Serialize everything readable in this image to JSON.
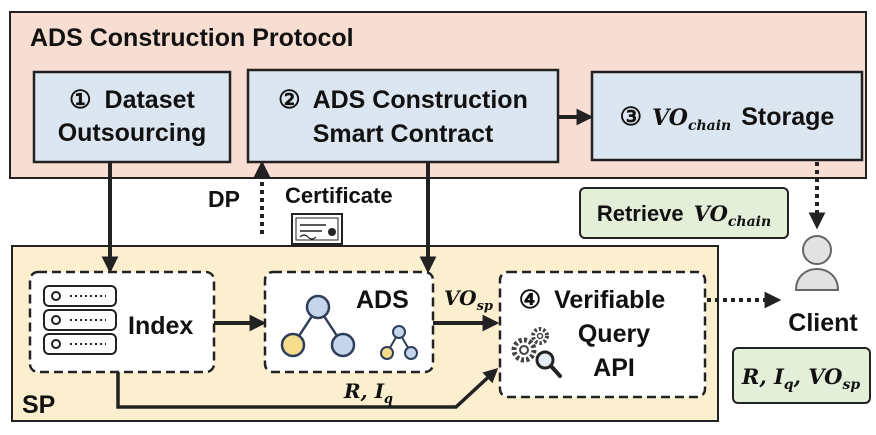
{
  "protocol": {
    "title": "ADS Construction Protocol"
  },
  "steps": {
    "dataset": {
      "num": "①",
      "line1": "Dataset",
      "line2": "Outsourcing"
    },
    "contract": {
      "num": "②",
      "line1": "ADS Construction",
      "line2": "Smart Contract"
    },
    "storage": {
      "num": "③",
      "vo": "VO",
      "vo_sub": "chain",
      "label": "Storage"
    }
  },
  "dp": {
    "label": "DP",
    "certificate": "Certificate"
  },
  "retrieve": {
    "label": "Retrieve",
    "vo": "VO",
    "vo_sub": "chain"
  },
  "sp": {
    "label": "SP",
    "index": "Index",
    "ads": "ADS",
    "vo": "VO",
    "vo_sub": "sp",
    "query_num": "④",
    "query_line1": "Verifiable",
    "query_line2": "Query",
    "query_line3": "API",
    "r_label": "R",
    "r_sep": ", ",
    "i_label": "I",
    "i_sub": "q"
  },
  "client": {
    "label": "Client",
    "result_r": "R",
    "result_i": "I",
    "result_i_sub": "q",
    "result_vo": "VO",
    "result_vo_sub": "sp",
    "sep": ", "
  },
  "colors": {
    "protocol_bg": "#f8ddd2",
    "step_bg": "#dce6f1",
    "sp_bg": "#fcefcf",
    "green_bg": "#e3efd9",
    "node_blue": "#c5d6ec",
    "node_yellow": "#f5dd8c",
    "node_outline": "#2f3e58"
  }
}
